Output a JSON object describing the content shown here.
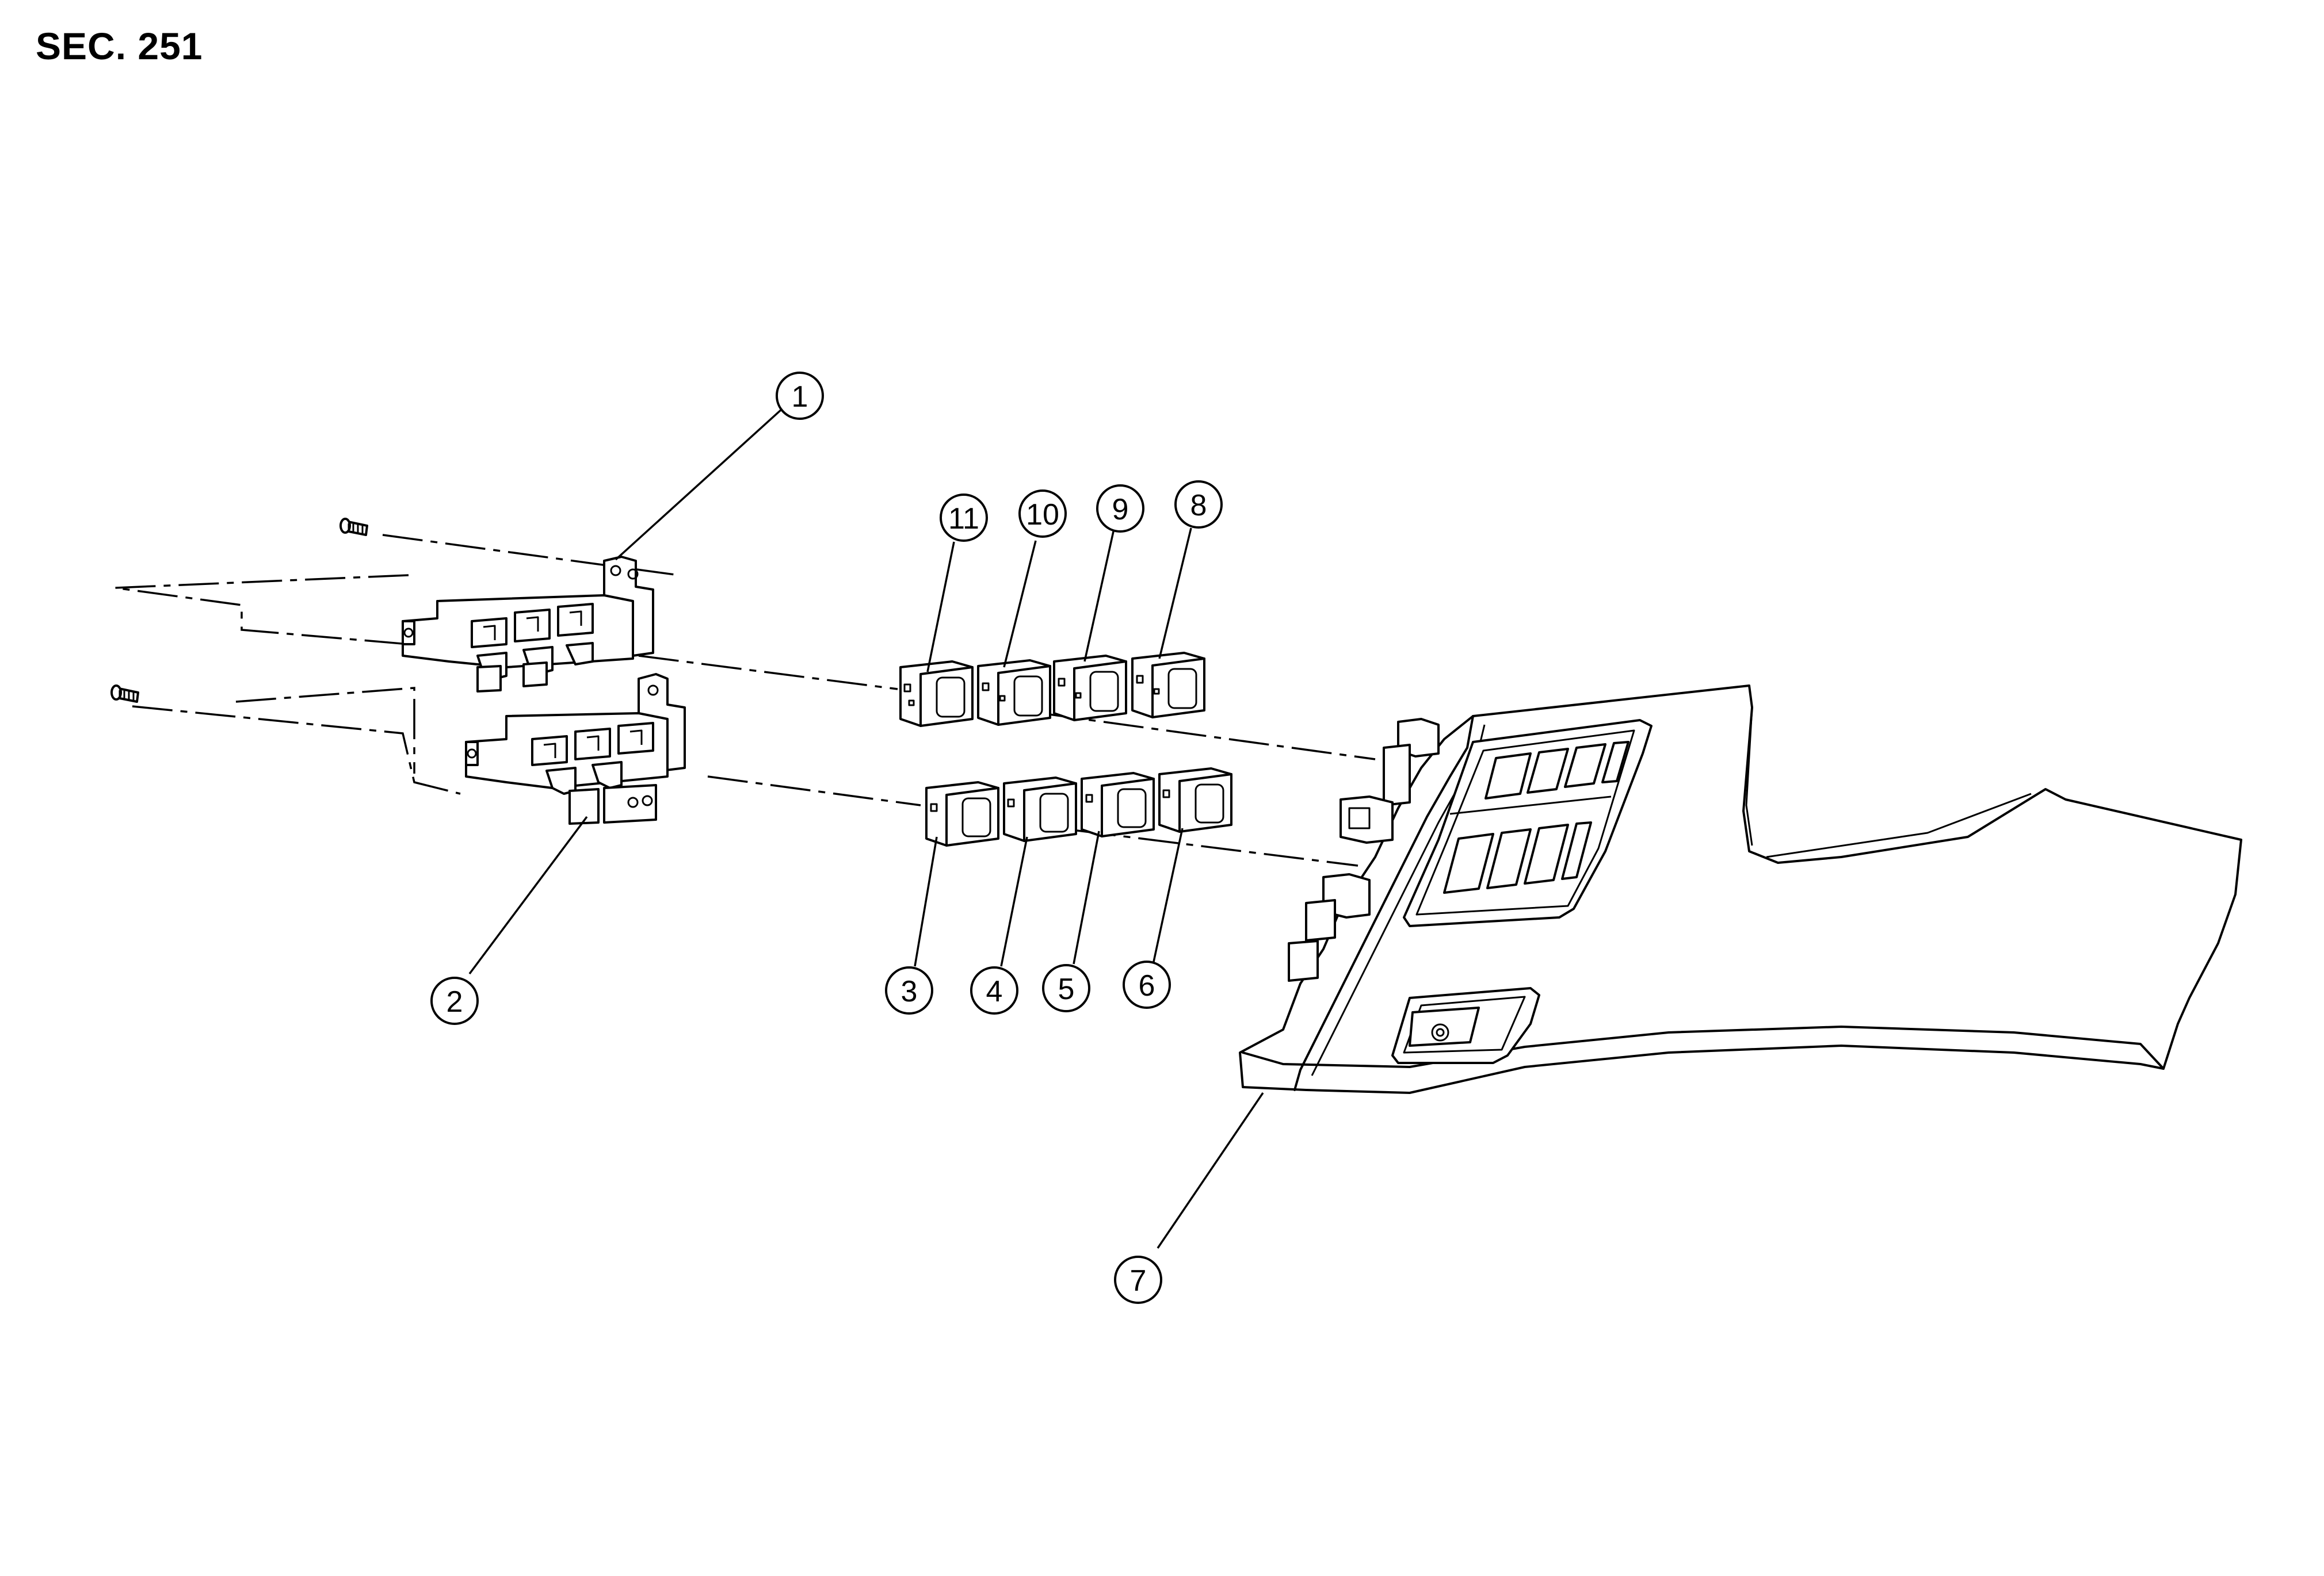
{
  "section_title": "SEC. 251",
  "callouts": [
    {
      "id": "c1",
      "label": "1"
    },
    {
      "id": "c2",
      "label": "2"
    },
    {
      "id": "c3",
      "label": "3"
    },
    {
      "id": "c4",
      "label": "4"
    },
    {
      "id": "c5",
      "label": "5"
    },
    {
      "id": "c6",
      "label": "6"
    },
    {
      "id": "c7",
      "label": "7"
    },
    {
      "id": "c8",
      "label": "8"
    },
    {
      "id": "c9",
      "label": "9"
    },
    {
      "id": "c10",
      "label": "10"
    },
    {
      "id": "c11",
      "label": "11"
    }
  ]
}
